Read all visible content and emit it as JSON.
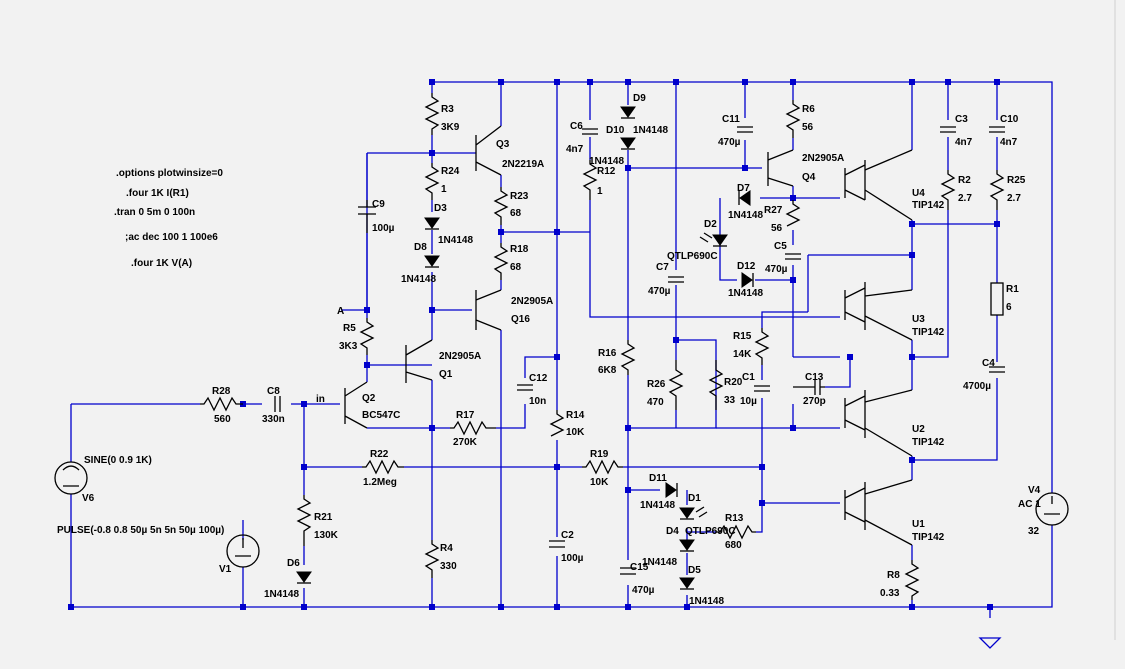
{
  "directives": [
    ".options plotwinsize=0",
    ".four 1K I(R1)",
    ".tran 0 5m 0 100n",
    ";ac dec 100 1 100e6",
    ".four 1K V(A)"
  ],
  "nets": {
    "a": "A",
    "in": "in"
  },
  "parts": {
    "R3": {
      "ref": "R3",
      "value": "3K9"
    },
    "R24": {
      "ref": "R24",
      "value": "1"
    },
    "D3": {
      "ref": "D3",
      "value": "1N4148"
    },
    "D8": {
      "ref": "D8",
      "value": "1N4148"
    },
    "C9": {
      "ref": "C9",
      "value": "100µ"
    },
    "Q3": {
      "ref": "Q3",
      "value": "2N2219A"
    },
    "R23": {
      "ref": "R23",
      "value": "68"
    },
    "R18": {
      "ref": "R18",
      "value": "68"
    },
    "Q16": {
      "ref": "Q16",
      "value": "2N2905A"
    },
    "R5": {
      "ref": "R5",
      "value": "3K3"
    },
    "Q1": {
      "ref": "Q1",
      "value": "2N2905A"
    },
    "Q2": {
      "ref": "Q2",
      "value": "BC547C"
    },
    "R28": {
      "ref": "R28",
      "value": "560"
    },
    "C8": {
      "ref": "C8",
      "value": "330n"
    },
    "R17": {
      "ref": "R17",
      "value": "270K"
    },
    "C12": {
      "ref": "C12",
      "value": "10n"
    },
    "R22": {
      "ref": "R22",
      "value": "1.2Meg"
    },
    "R21": {
      "ref": "R21",
      "value": "130K"
    },
    "D6": {
      "ref": "D6",
      "value": "1N4148"
    },
    "R4": {
      "ref": "R4",
      "value": "330"
    },
    "C6": {
      "ref": "C6",
      "value": "4n7"
    },
    "D9": {
      "ref": "D9",
      "value": ""
    },
    "D10": {
      "ref": "D10",
      "value": "1N4148"
    },
    "R12": {
      "ref": "R12",
      "value": "1"
    },
    "R14": {
      "ref": "R14",
      "value": "10K"
    },
    "C2": {
      "ref": "C2",
      "value": "100µ"
    },
    "R16": {
      "ref": "R16",
      "value": "6K8"
    },
    "R19": {
      "ref": "R19",
      "value": "10K"
    },
    "C15": {
      "ref": "C15",
      "value": "470µ"
    },
    "C11": {
      "ref": "C11",
      "value": "470µ"
    },
    "R6": {
      "ref": "R6",
      "value": "56"
    },
    "Q4": {
      "ref": "Q4",
      "value": "2N2905A"
    },
    "D7": {
      "ref": "D7",
      "value": "1N4148"
    },
    "R27": {
      "ref": "R27",
      "value": "56"
    },
    "D2": {
      "ref": "D2",
      "value": "QTLP690C"
    },
    "C5": {
      "ref": "C5",
      "value": "470µ"
    },
    "D12": {
      "ref": "D12",
      "value": "1N4148"
    },
    "C7": {
      "ref": "C7",
      "value": "470µ"
    },
    "R15": {
      "ref": "R15",
      "value": "14K"
    },
    "R26": {
      "ref": "R26",
      "value": "470"
    },
    "R20": {
      "ref": "R20",
      "value": "33"
    },
    "C1": {
      "ref": "C1",
      "value": "10µ"
    },
    "C13": {
      "ref": "C13",
      "value": "270p"
    },
    "D11": {
      "ref": "D11",
      "value": "1N4148"
    },
    "D1": {
      "ref": "D1",
      "value": "QTLP690C"
    },
    "D4": {
      "ref": "D4",
      "value": "1N4148"
    },
    "D5": {
      "ref": "D5",
      "value": "1N4148"
    },
    "R13": {
      "ref": "R13",
      "value": "680"
    },
    "U4": {
      "ref": "U4",
      "value": "TIP142"
    },
    "U3": {
      "ref": "U3",
      "value": "TIP142"
    },
    "U2": {
      "ref": "U2",
      "value": "TIP142"
    },
    "U1": {
      "ref": "U1",
      "value": "TIP142"
    },
    "R8": {
      "ref": "R8",
      "value": "0.33"
    },
    "C3": {
      "ref": "C3",
      "value": "4n7"
    },
    "C10": {
      "ref": "C10",
      "value": "4n7"
    },
    "R2": {
      "ref": "R2",
      "value": "2.7"
    },
    "R25": {
      "ref": "R25",
      "value": "2.7"
    },
    "R1": {
      "ref": "R1",
      "value": "6"
    },
    "C4": {
      "ref": "C4",
      "value": "4700µ"
    },
    "V4": {
      "ref": "V4",
      "value": "32",
      "type": "AC 1"
    },
    "V6": {
      "ref": "V6",
      "value": "SINE(0 0.9 1K)"
    },
    "V1": {
      "ref": "V1",
      "value": "PULSE(-0.8 0.8 50µ 5n 5n 50µ 100µ)"
    }
  },
  "colors": {
    "wire": "#0000cc",
    "component": "#000000",
    "background": "#f2f2f2"
  }
}
